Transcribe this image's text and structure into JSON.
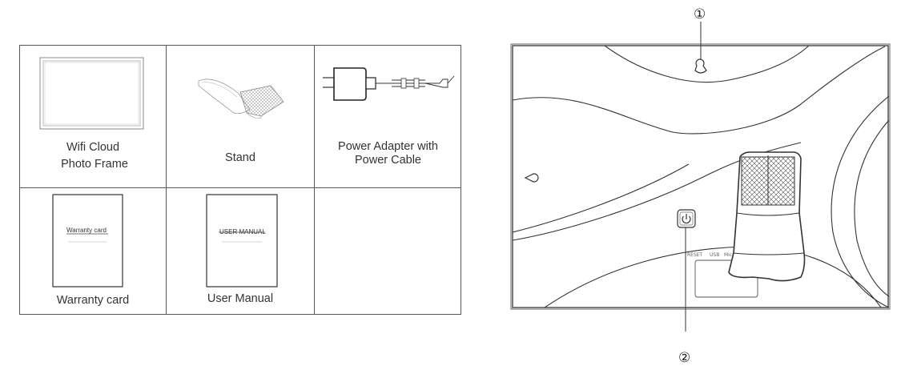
{
  "contents": {
    "frame": {
      "line1": "Wifi Cloud",
      "line2": "Photo Frame",
      "icon": "photo-frame-icon"
    },
    "stand": {
      "label": "Stand",
      "icon": "stand-icon"
    },
    "adapter": {
      "line1": "Power Adapter with",
      "line2": "Power Cable",
      "icon": "power-adapter-icon"
    },
    "warranty": {
      "label": "Warranty card",
      "booklet_title": "Warranty card",
      "icon": "warranty-card-icon"
    },
    "manual": {
      "label": "User Manual",
      "booklet_title": "USER MANUAL",
      "icon": "user-manual-icon"
    }
  },
  "back_panel": {
    "callout_1": "①",
    "callout_2": "②",
    "ports": [
      "RESET",
      "USB",
      "Micro"
    ],
    "icons": [
      "keyhole-hanger-icon",
      "power-button-icon",
      "stand-mount-icon"
    ]
  }
}
